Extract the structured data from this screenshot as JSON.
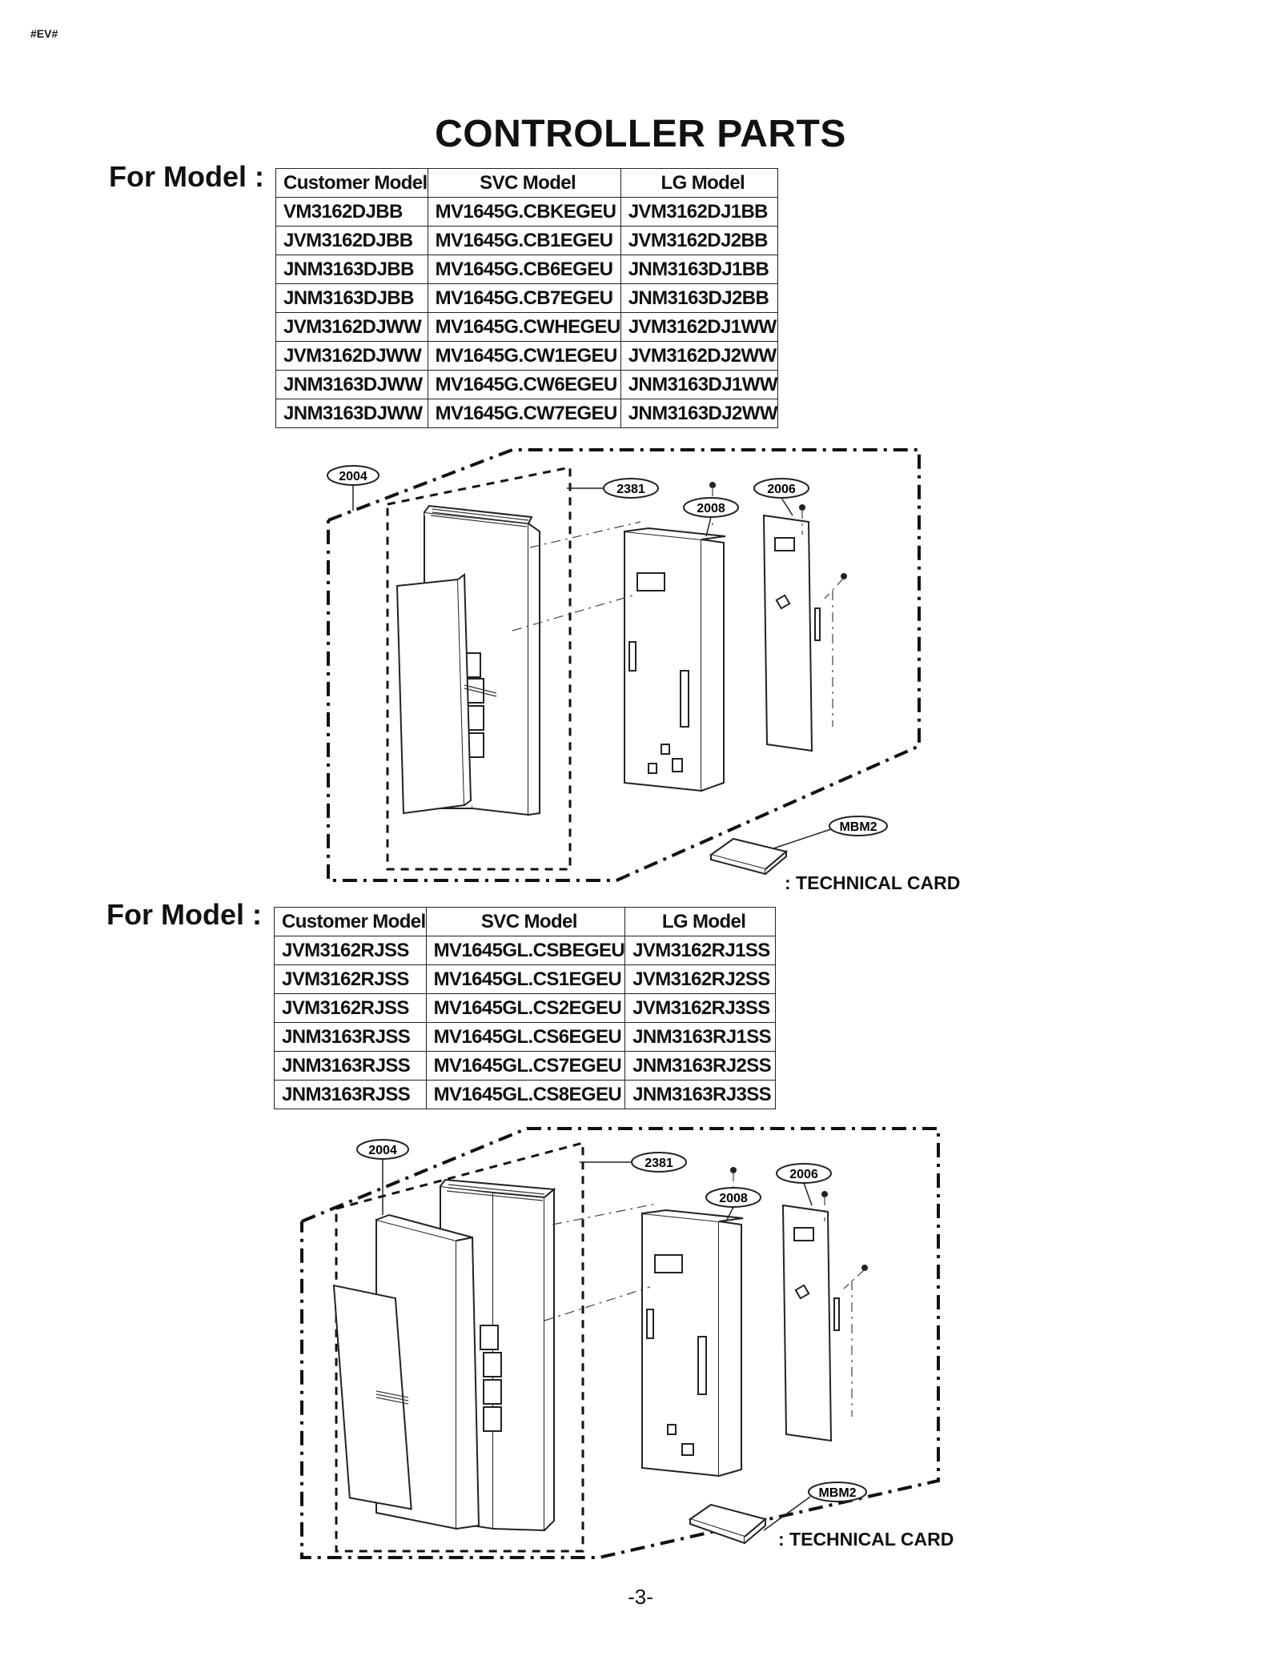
{
  "corner_mark": "#EV#",
  "title": "CONTROLLER PARTS",
  "for_model_label": "For Model :",
  "columns": [
    "Customer Model",
    "SVC Model",
    "LG Model"
  ],
  "section1": {
    "rows": [
      [
        "VM3162DJBB",
        "MV1645G.CBKEGEU",
        "JVM3162DJ1BB"
      ],
      [
        "JVM3162DJBB",
        "MV1645G.CB1EGEU",
        "JVM3162DJ2BB"
      ],
      [
        "JNM3163DJBB",
        "MV1645G.CB6EGEU",
        "JNM3163DJ1BB"
      ],
      [
        "JNM3163DJBB",
        "MV1645G.CB7EGEU",
        "JNM3163DJ2BB"
      ],
      [
        "JVM3162DJWW",
        "MV1645G.CWHEGEU",
        "JVM3162DJ1WW"
      ],
      [
        "JVM3162DJWW",
        "MV1645G.CW1EGEU",
        "JVM3162DJ2WW"
      ],
      [
        "JNM3163DJWW",
        "MV1645G.CW6EGEU",
        "JNM3163DJ1WW"
      ],
      [
        "JNM3163DJWW",
        "MV1645G.CW7EGEU",
        "JNM3163DJ2WW"
      ]
    ],
    "callouts": {
      "a": "2004",
      "b": "2381",
      "c": "2006",
      "d": "2008",
      "e": "MBM2"
    },
    "technical_card": ": TECHNICAL CARD"
  },
  "section2": {
    "rows": [
      [
        "JVM3162RJSS",
        "MV1645GL.CSBEGEU",
        "JVM3162RJ1SS"
      ],
      [
        "JVM3162RJSS",
        "MV1645GL.CS1EGEU",
        "JVM3162RJ2SS"
      ],
      [
        "JVM3162RJSS",
        "MV1645GL.CS2EGEU",
        "JVM3162RJ3SS"
      ],
      [
        "JNM3163RJSS",
        "MV1645GL.CS6EGEU",
        "JNM3163RJ1SS"
      ],
      [
        "JNM3163RJSS",
        "MV1645GL.CS7EGEU",
        "JNM3163RJ2SS"
      ],
      [
        "JNM3163RJSS",
        "MV1645GL.CS8EGEU",
        "JNM3163RJ3SS"
      ]
    ],
    "callouts": {
      "a": "2004",
      "b": "2381",
      "c": "2006",
      "d": "2008",
      "e": "MBM2"
    },
    "technical_card": ": TECHNICAL CARD"
  },
  "page_number": "-3-"
}
